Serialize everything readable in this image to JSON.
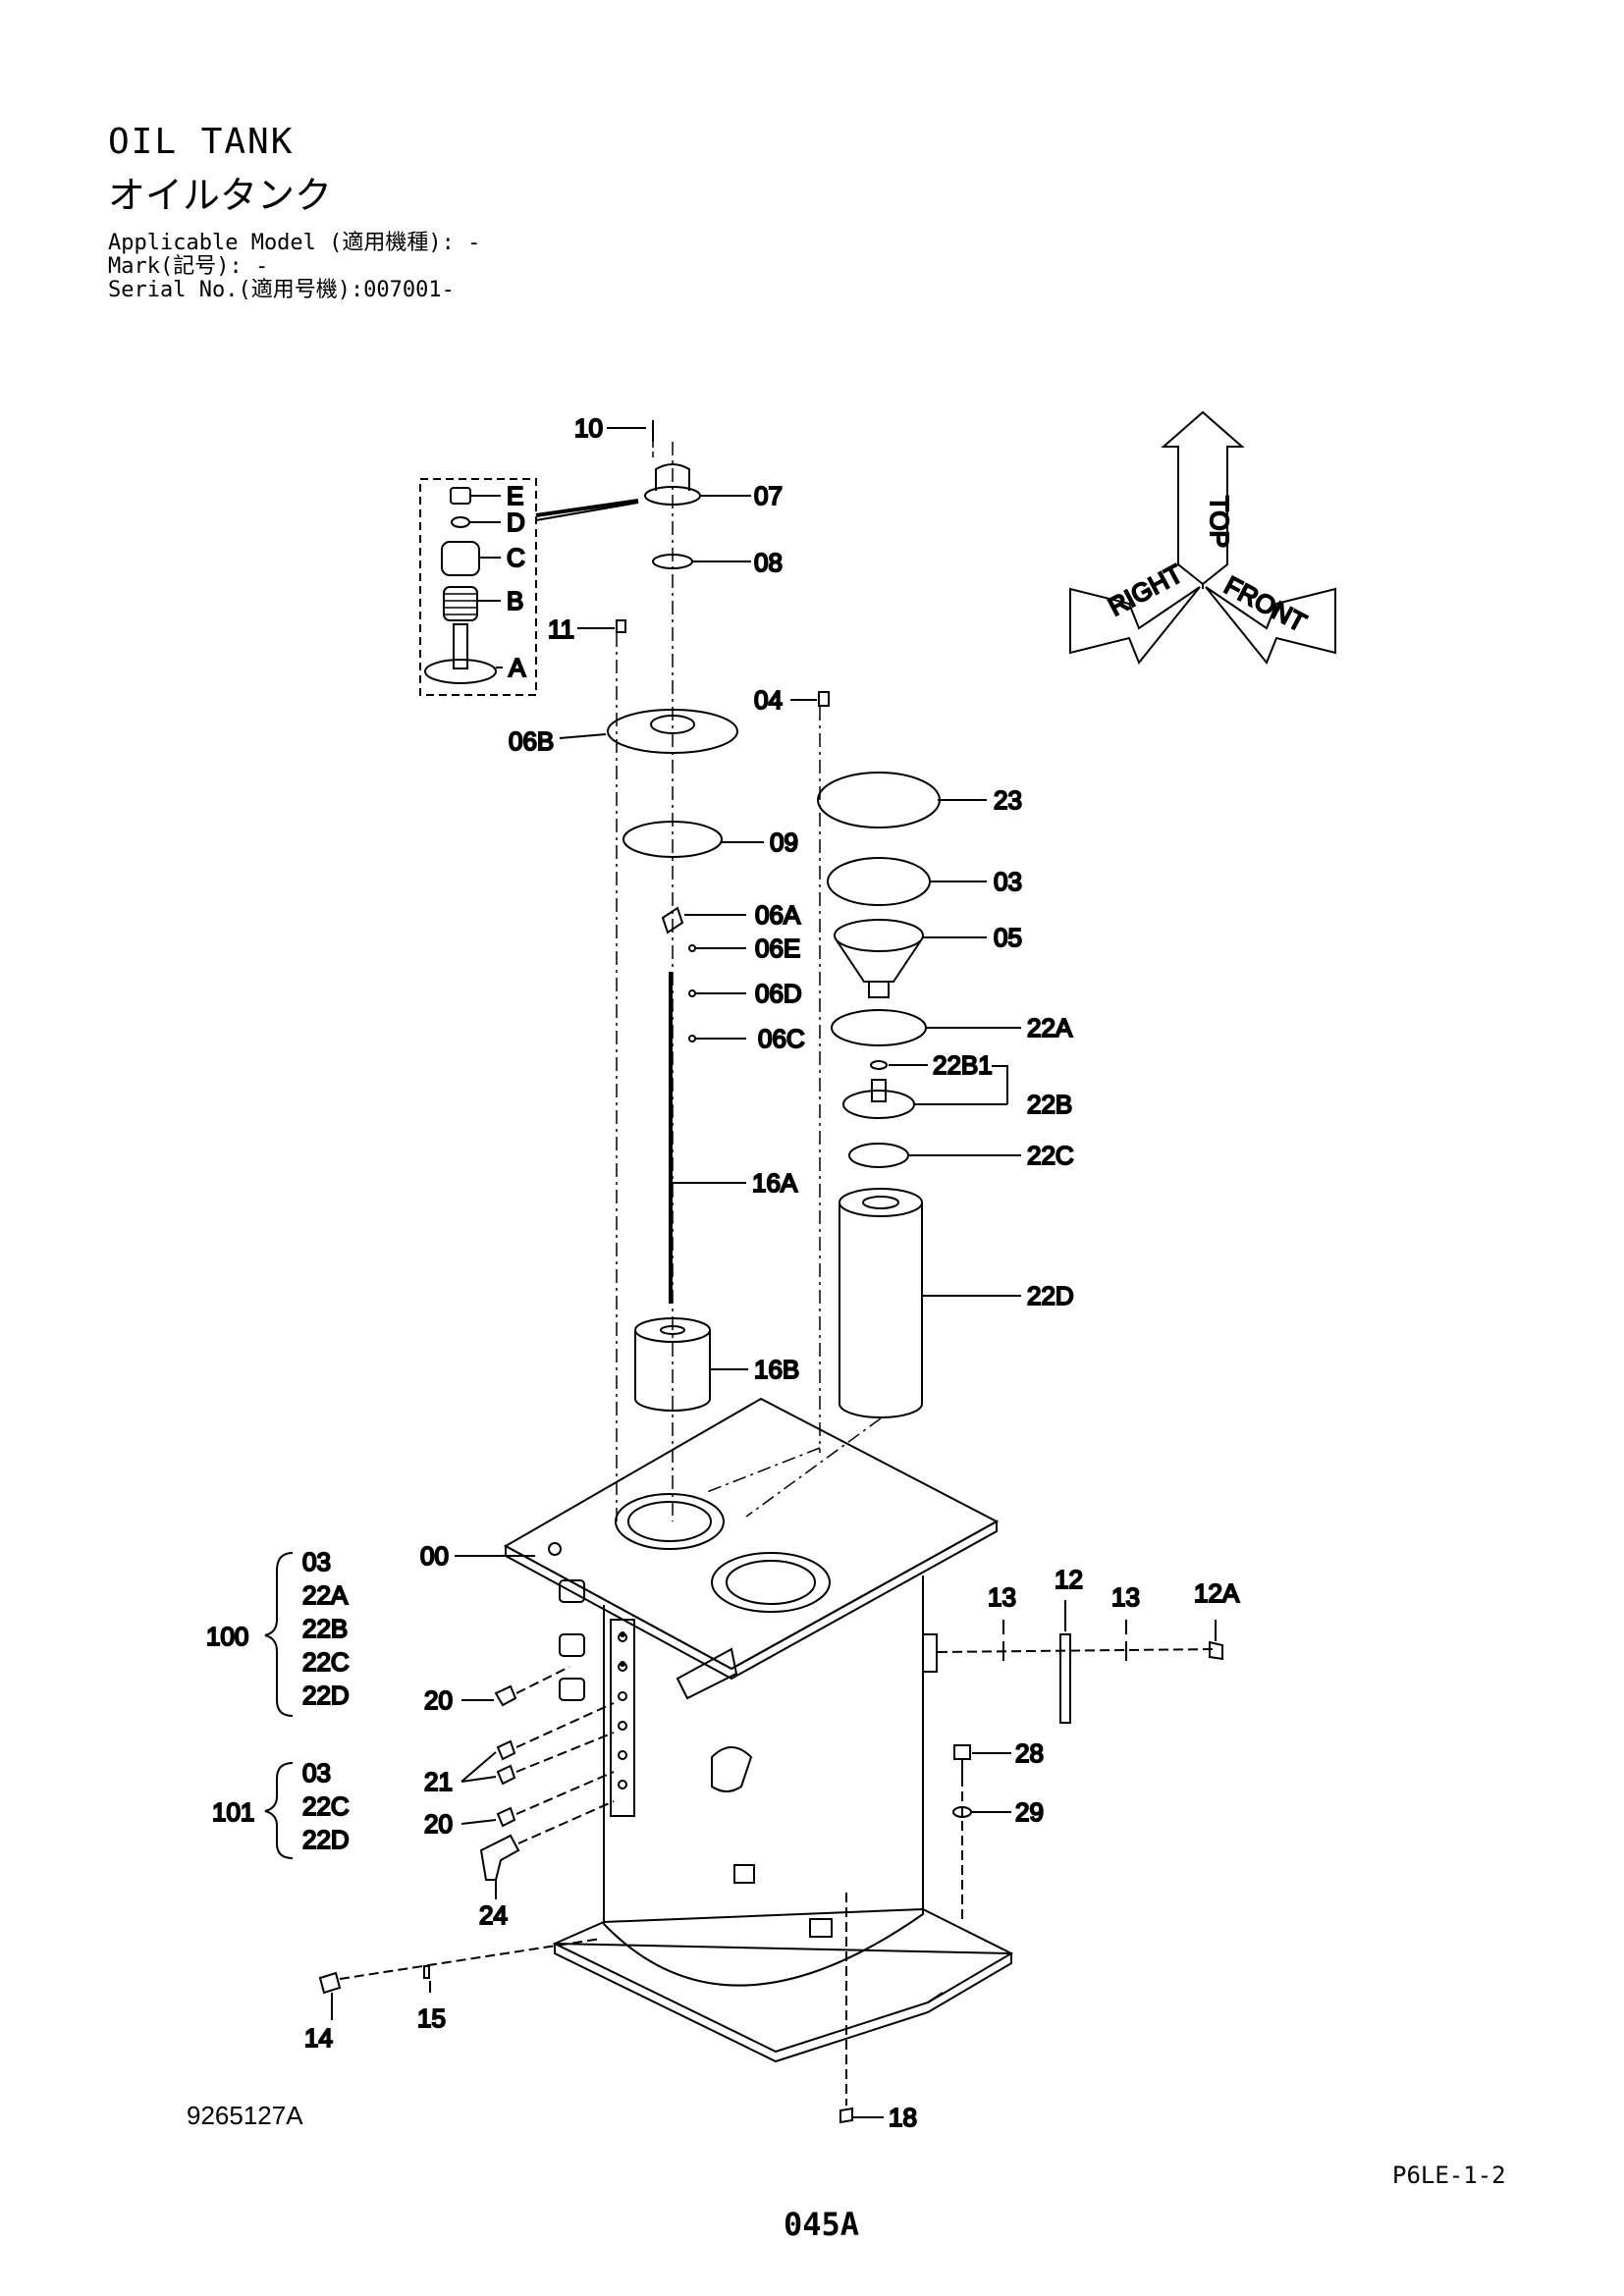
{
  "header": {
    "title_en": "OIL TANK",
    "title_jp": "オイルタンク",
    "applicable_model": "Applicable Model (適用機種): -",
    "mark": "Mark(記号): -",
    "serial_no": "Serial No.(適用号機):007001-"
  },
  "orientation": {
    "top": "TOP",
    "right": "RIGHT",
    "front": "FRONT"
  },
  "callouts": {
    "c10": "10",
    "c07": "07",
    "c08": "08",
    "c11": "11",
    "cE": "E",
    "cD": "D",
    "cC": "C",
    "cB": "B",
    "cA": "A",
    "c04": "04",
    "c06B": "06B",
    "c23": "23",
    "c09": "09",
    "c03": "03",
    "c06A": "06A",
    "c06E": "06E",
    "c05": "05",
    "c06D": "06D",
    "c22A": "22A",
    "c06C": "06C",
    "c22B1": "22B1",
    "c22B": "22B",
    "c22C": "22C",
    "c16A": "16A",
    "c22D": "22D",
    "c16B": "16B",
    "c00": "00",
    "c13a": "13",
    "c12": "12",
    "c13b": "13",
    "c12A": "12A",
    "c20a": "20",
    "c21": "21",
    "c20b": "20",
    "c28": "28",
    "c29": "29",
    "c24": "24",
    "c14": "14",
    "c15": "15",
    "c18": "18"
  },
  "kits": {
    "k100": {
      "number": "100",
      "items": [
        "03",
        "22A",
        "22B",
        "22C",
        "22D"
      ]
    },
    "k101": {
      "number": "101",
      "items": [
        "03",
        "22C",
        "22D"
      ]
    }
  },
  "footer": {
    "drawing_number": "9265127A",
    "sheet_code": "P6LE-1-2",
    "page": "045A"
  }
}
